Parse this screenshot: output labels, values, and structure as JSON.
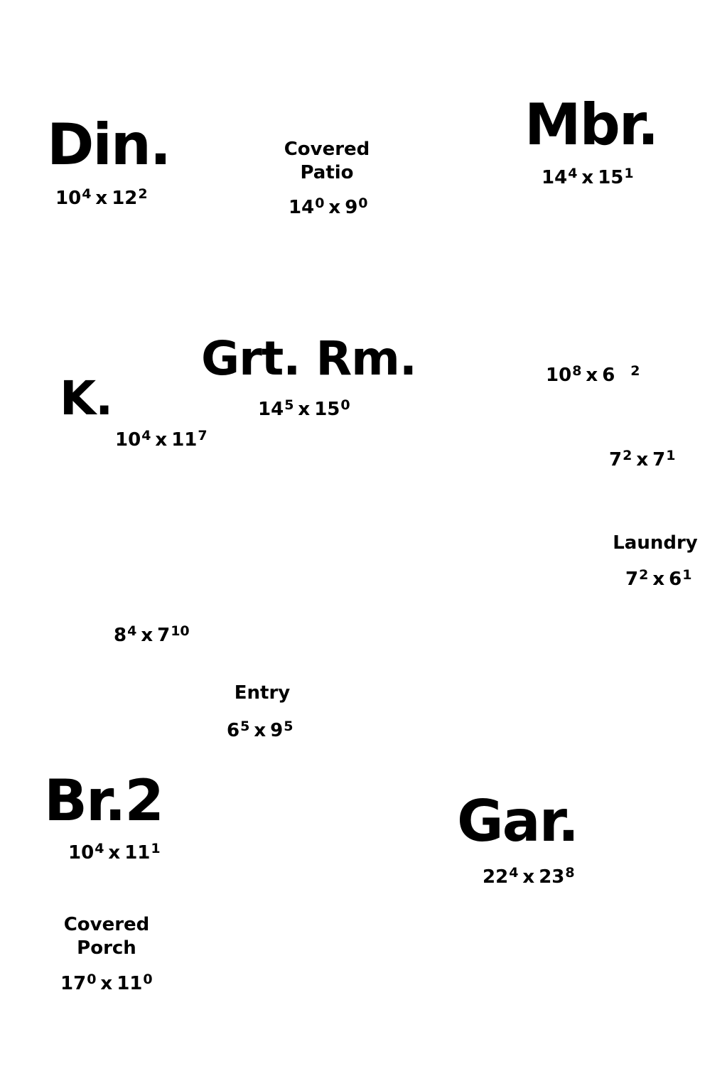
{
  "rooms": {
    "dining": {
      "name": "Din.",
      "w_ft": "10",
      "w_in": "4",
      "x": "x",
      "l_ft": "12",
      "l_in": "2"
    },
    "patio": {
      "name_line1": "Covered",
      "name_line2": "Patio",
      "w_ft": "14",
      "w_in": "0",
      "x": "x",
      "l_ft": "9",
      "l_in": "0"
    },
    "master": {
      "name": "Mbr.",
      "w_ft": "14",
      "w_in": "4",
      "x": "x",
      "l_ft": "15",
      "l_in": "1"
    },
    "great_room": {
      "name": "Grt. Rm.",
      "w_ft": "14",
      "w_in": "5",
      "x": "x",
      "l_ft": "15",
      "l_in": "0"
    },
    "kitchen": {
      "name": "K.",
      "w_ft": "10",
      "w_in": "4",
      "x": "x",
      "l_ft": "11",
      "l_in": "7"
    },
    "unnamed_1": {
      "w_ft": "10",
      "w_in": "8",
      "x": "x",
      "l_ft": "6",
      "l_in": "2"
    },
    "unnamed_2": {
      "w_ft": "7",
      "w_in": "2",
      "x": "x",
      "l_ft": "7",
      "l_in": "1"
    },
    "laundry": {
      "name": "Laundry",
      "w_ft": "7",
      "w_in": "2",
      "x": "x",
      "l_ft": "6",
      "l_in": "1"
    },
    "unnamed_3": {
      "w_ft": "8",
      "w_in": "4",
      "x": "x",
      "l_ft": "7",
      "l_in": "10"
    },
    "entry": {
      "name": "Entry",
      "w_ft": "6",
      "w_in": "5",
      "x": "x",
      "l_ft": "9",
      "l_in": "5"
    },
    "bedroom2": {
      "name": "Br.2",
      "w_ft": "10",
      "w_in": "4",
      "x": "x",
      "l_ft": "11",
      "l_in": "1"
    },
    "garage": {
      "name": "Gar.",
      "w_ft": "22",
      "w_in": "4",
      "x": "x",
      "l_ft": "23",
      "l_in": "8"
    },
    "porch": {
      "name_line1": "Covered",
      "name_line2": "Porch",
      "w_ft": "17",
      "w_in": "0",
      "x": "x",
      "l_ft": "11",
      "l_in": "0"
    }
  }
}
